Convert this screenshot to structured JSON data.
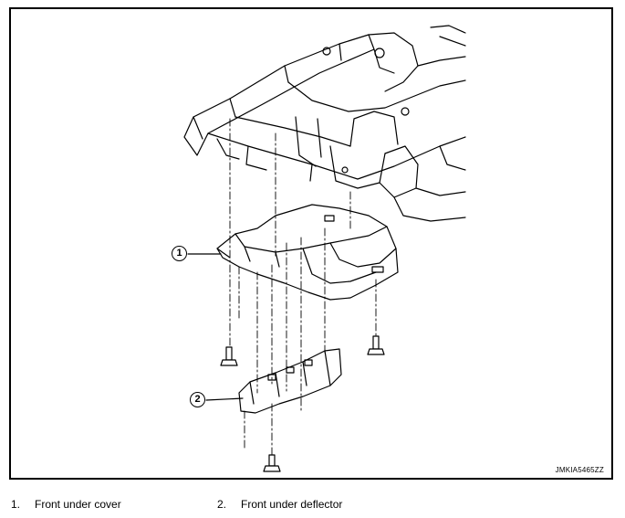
{
  "figure": {
    "code": "JMKIA5465ZZ",
    "callouts": [
      "1",
      "2"
    ]
  },
  "legend": [
    {
      "num": "1.",
      "label": "Front under cover"
    },
    {
      "num": "2.",
      "label": "Front under deflector"
    }
  ]
}
